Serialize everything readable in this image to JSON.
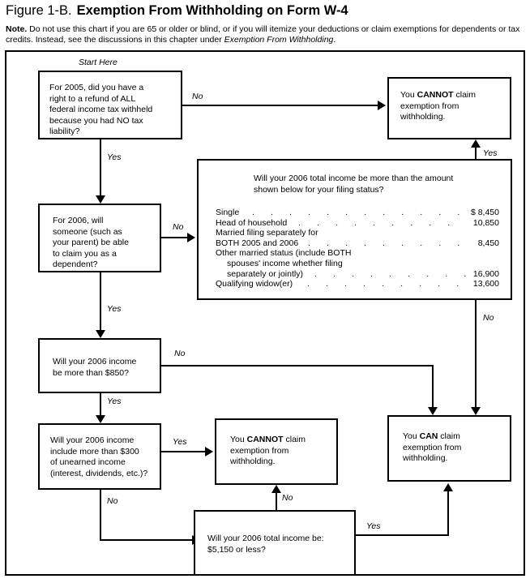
{
  "figure": {
    "number": "Figure 1-B.",
    "title": "Exemption From Withholding on Form W-4",
    "note_label": "Note.",
    "note_text_1": " Do not use this chart if you are 65 or older or blind, or if you will itemize your deductions or claim exemptions for dependents or tax credits. Instead, see the discussions in this chapter under ",
    "note_italic": "Exemption From Withholding",
    "note_text_2": "."
  },
  "start_label": "Start Here",
  "nodes": {
    "q_refund_2005": "For 2005, did you have a\nright to a refund of ALL\nfederal income tax withheld\nbecause you had NO tax\nliability?",
    "q_dependent_2006": "For 2006, will\nsomeone (such as\nyour parent) be able\nto claim you as a\ndependent?",
    "q_income_850": "Will your 2006 income\nbe more than $850?",
    "q_unearned_300": "Will your 2006 income\ninclude more than $300\nof unearned income\n(interest, dividends, etc.)?",
    "q_total_5150": "Will your 2006 total income be:\n$5,150 or less?",
    "filing_status_question": "Will your 2006 total income be more than the amount\nshown below for your filing status?",
    "cannot_top_pre": "You ",
    "cannot_top_bold": "CANNOT",
    "cannot_top_post": " claim\nexemption from\nwithholding.",
    "cannot_mid_pre": "You ",
    "cannot_mid_bold": "CANNOT",
    "cannot_mid_post": " claim\nexemption from\nwithholding.",
    "can_pre": "You ",
    "can_bold": "CAN",
    "can_post": " claim\nexemption from\nwithholding."
  },
  "filing_status_table": {
    "rows": [
      {
        "name": "Single",
        "indent": false,
        "amount": "$ 8,450"
      },
      {
        "name": "Head of household",
        "indent": false,
        "amount": "10,850"
      },
      {
        "name": "Married filing separately for",
        "indent": false,
        "amount": ""
      },
      {
        "name": "BOTH 2005 and 2006",
        "indent": false,
        "amount": "8,450"
      },
      {
        "name": "Other married status (include BOTH",
        "indent": false,
        "amount": ""
      },
      {
        "name": "spouses' income whether filing",
        "indent": true,
        "amount": ""
      },
      {
        "name": "separately or jointly)",
        "indent": true,
        "amount": "16,900"
      },
      {
        "name": "Qualifying widow(er)",
        "indent": false,
        "amount": "13,600"
      }
    ]
  },
  "edge_labels": {
    "refund_no": "No",
    "refund_yes": "Yes",
    "dependent_no": "No",
    "dependent_yes": "Yes",
    "filing_yes": "Yes",
    "filing_no": "No",
    "income850_no": "No",
    "income850_yes": "Yes",
    "unearned_yes": "Yes",
    "unearned_no": "No",
    "total5150_no": "No",
    "total5150_yes": "Yes"
  },
  "colors": {
    "ink": "#000000",
    "paper": "#ffffff"
  }
}
